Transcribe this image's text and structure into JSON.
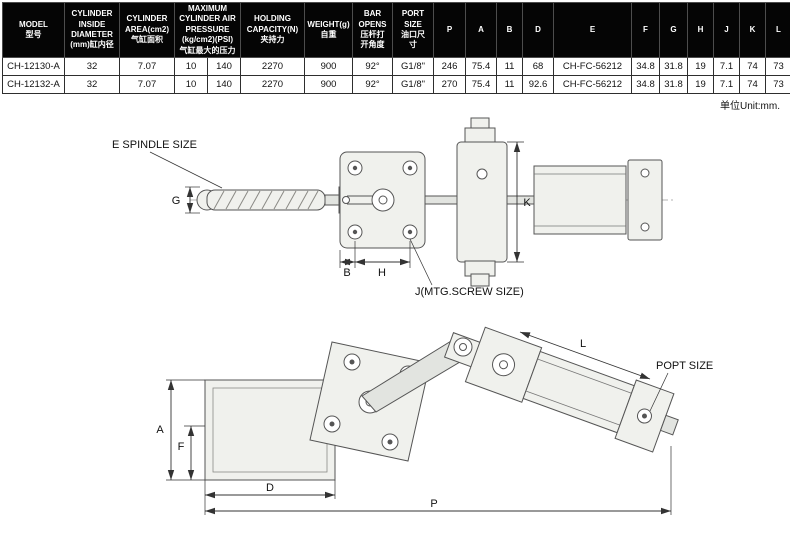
{
  "unit_note": "单位Unit:mm.",
  "colors": {
    "header_bg": "#050505",
    "header_text": "#ffffff",
    "line": "#333333"
  },
  "table": {
    "headers": {
      "model": "MODEL\n型号",
      "inside_diameter": "CYLINDER\nINSIDE\nDIAMETER\n(mm)缸内径",
      "area": "CYLINDER\nAREA(cm2)\n气缸面积",
      "max_pressure": "MAXIMUM\nCYLINDER AIR\nPRESSURE\n(kg/cm2)(PSI)\n气缸最大的压力",
      "holding": "HOLDING\nCAPACITY(N)\n夹持力",
      "weight": "WEIGHT(g)\n自重",
      "bar_opens": "BAR\nOPENS\n压杆打\n开角度",
      "port_size": "PORT\nSIZE\n油口尺\n寸",
      "dims": [
        "P",
        "A",
        "B",
        "D",
        "E",
        "F",
        "G",
        "H",
        "J",
        "K",
        "L"
      ]
    },
    "rows": [
      [
        "CH-12130-A",
        "32",
        "7.07",
        "10",
        "140",
        "2270",
        "900",
        "92°",
        "G1/8\"",
        "246",
        "75.4",
        "11",
        "68",
        "CH-FC-56212",
        "34.8",
        "31.8",
        "19",
        "7.1",
        "74",
        "73"
      ],
      [
        "CH-12132-A",
        "32",
        "7.07",
        "10",
        "140",
        "2270",
        "900",
        "92°",
        "G1/8\"",
        "270",
        "75.4",
        "11",
        "92.6",
        "CH-FC-56212",
        "34.8",
        "31.8",
        "19",
        "7.1",
        "74",
        "73"
      ]
    ]
  },
  "drawing_top": {
    "spindle_label": "E SPINDLE SIZE",
    "screw_label": "J(MTG.SCREW SIZE)",
    "dim_g": "G",
    "dim_k": "K",
    "dim_b": "B",
    "dim_h": "H"
  },
  "drawing_bottom": {
    "port_label": "POPT SIZE",
    "dim_a": "A",
    "dim_f": "F",
    "dim_d": "D",
    "dim_p": "P",
    "dim_l": "L"
  }
}
